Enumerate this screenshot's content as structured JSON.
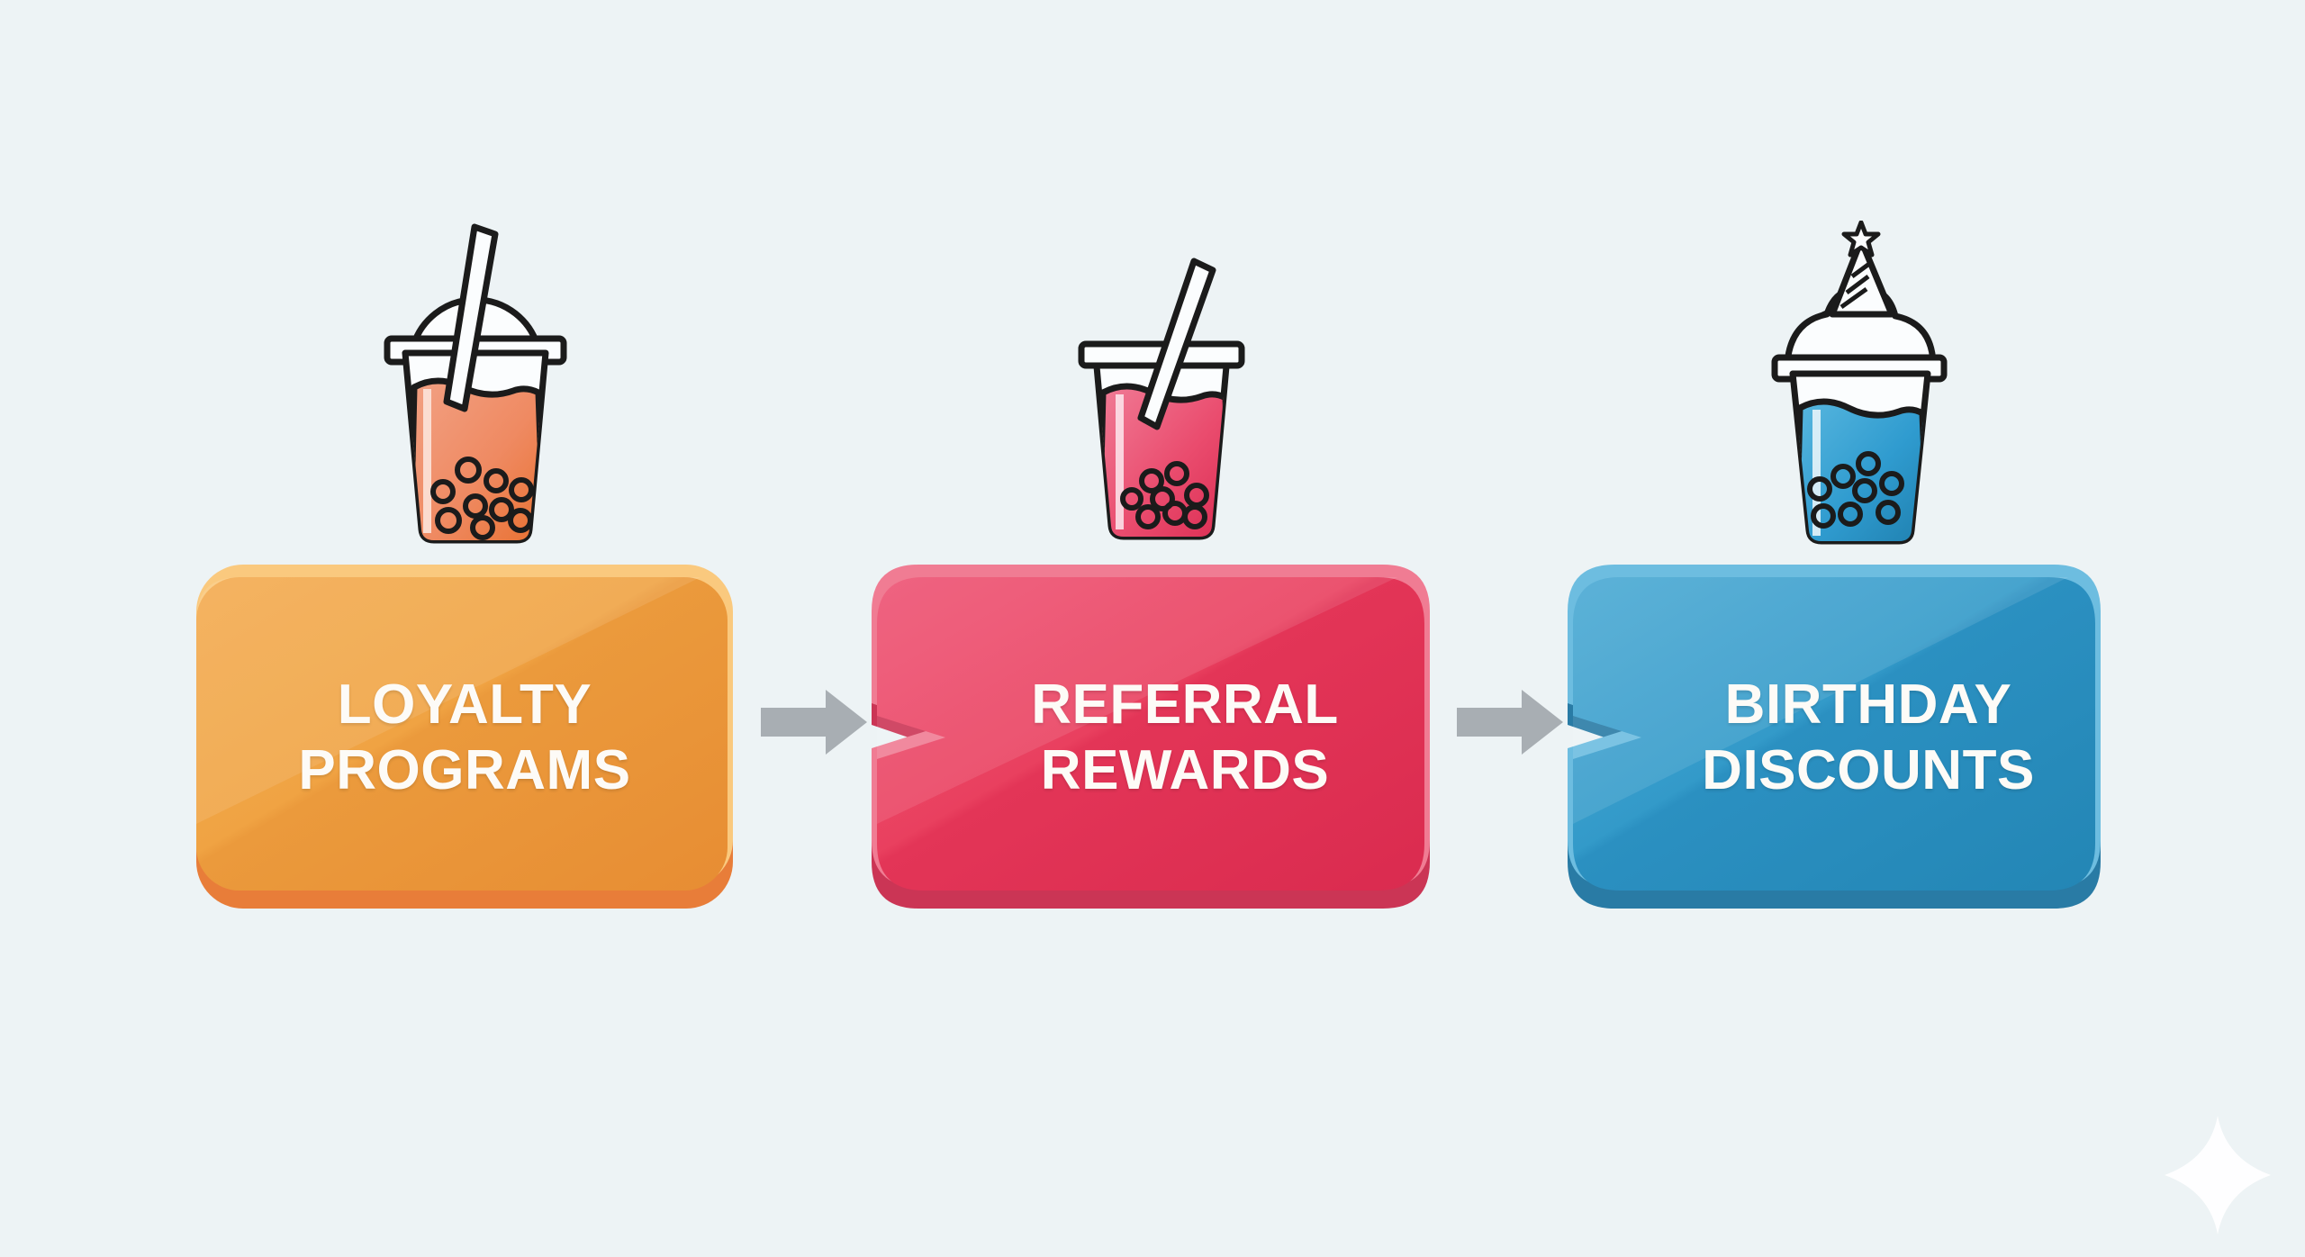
{
  "page": {
    "background_color": "#edf3f5",
    "type": "process-flow-infographic",
    "step_count": 3
  },
  "steps": [
    {
      "id": "loyalty-programs",
      "label": "LOYALTY\nPROGRAMS",
      "line1": "LOYALTY",
      "line2": "PROGRAMS",
      "banner_shape": "rounded-rectangle",
      "colors": {
        "fill_light": "#f6b65e",
        "fill_main": "#f0a343",
        "fill_dark": "#ea8b38",
        "top_highlight": "#fac97e",
        "bottom_shadow": "#e9772f",
        "text": "#fdfbf7"
      },
      "icon": {
        "name": "bubble-tea-dome-lid-icon",
        "liquid_color": "#ef8154",
        "liquid_color_light": "#f09a78",
        "lid": "dome",
        "has_straw": true,
        "pearl_count": 9
      }
    },
    {
      "id": "referral-rewards",
      "label": "REFERRAL\nREWARDS",
      "line1": "REFERRAL",
      "line2": "REWARDS",
      "banner_shape": "chevron-notched-rectangle",
      "colors": {
        "fill_light": "#ed4f6e",
        "fill_main": "#e73b5d",
        "fill_dark": "#d82f52",
        "top_highlight": "#f07c93",
        "bottom_shadow": "#c92a4c",
        "text": "#fdfbf7"
      },
      "icon": {
        "name": "bubble-tea-flat-lid-icon",
        "liquid_color": "#e8436a",
        "liquid_color_light": "#ef7a94",
        "lid": "flat",
        "has_straw": true,
        "pearl_count": 8
      }
    },
    {
      "id": "birthday-discounts",
      "label": "BIRTHDAY\nDISCOUNTS",
      "line1": "BIRTHDAY",
      "line2": "DISCOUNTS",
      "banner_shape": "chevron-notched-rectangle",
      "colors": {
        "fill_light": "#45a6d2",
        "fill_main": "#2f95c6",
        "fill_dark": "#2685b4",
        "top_highlight": "#6dbde0",
        "bottom_shadow": "#1f74a0",
        "text": "#fdfbf7"
      },
      "icon": {
        "name": "bubble-tea-party-hat-icon",
        "liquid_color": "#2e9bcf",
        "liquid_color_light": "#55b4dd",
        "lid": "whipped-cream",
        "has_party_hat": true,
        "has_star": true,
        "pearl_count": 8
      }
    }
  ],
  "connectors": [
    {
      "name": "arrow-step1-to-step2",
      "icon": "right-arrow-icon",
      "color": "#a8aeb3"
    },
    {
      "name": "arrow-step2-to-step3",
      "icon": "right-arrow-icon",
      "color": "#a8aeb3"
    }
  ],
  "decorations": [
    {
      "name": "sparkle-four-point",
      "color": "#ffffff"
    }
  ]
}
